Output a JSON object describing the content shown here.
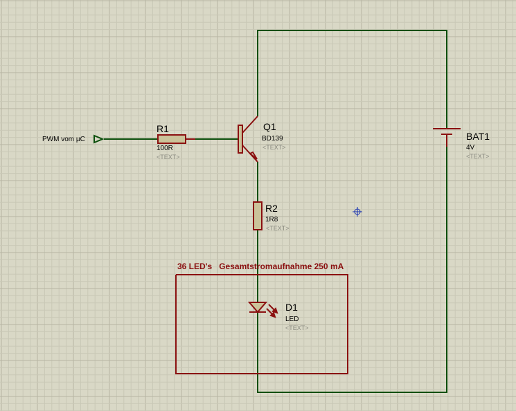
{
  "colors": {
    "background": "#d9d8c6",
    "grid_minor": "#c9c8b6",
    "grid_major": "#b6b5a3",
    "wire": "#0b4f0b",
    "component": "#8b1010",
    "component_fill": "#cbc39a",
    "cursor": "#1530b0"
  },
  "input_port": {
    "label": "PWM vom µC"
  },
  "r1": {
    "ref": "R1",
    "value": "100R",
    "text": "<TEXT>"
  },
  "q1": {
    "ref": "Q1",
    "value": "BD139",
    "text": "<TEXT>"
  },
  "r2": {
    "ref": "R2",
    "value": "1R8",
    "text": "<TEXT>"
  },
  "d1": {
    "ref": "D1",
    "value": "LED",
    "text": "<TEXT>"
  },
  "bat1": {
    "ref": "BAT1",
    "value": "4V",
    "text": "<TEXT>"
  },
  "led_box": {
    "note": "36 LED's   Gesamtstromaufnahme 250 mA"
  }
}
